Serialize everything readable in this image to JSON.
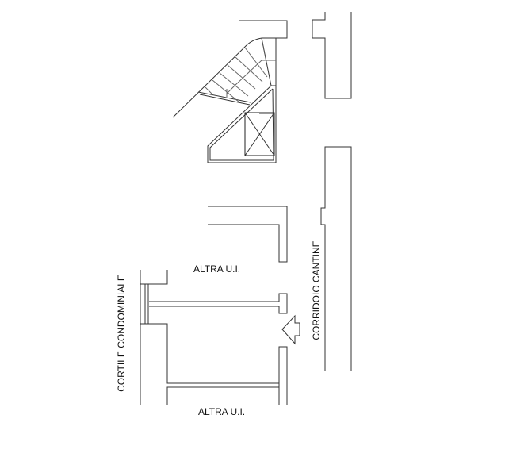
{
  "labels": {
    "upper_unit": "ALTRA U.I.",
    "lower_unit": "ALTRA U.I.",
    "corridor": "CORRIDOIO CANTINE",
    "courtyard": "CORTILE CONDOMINIALE"
  },
  "colors": {
    "line": "#333333",
    "background": "#ffffff"
  }
}
